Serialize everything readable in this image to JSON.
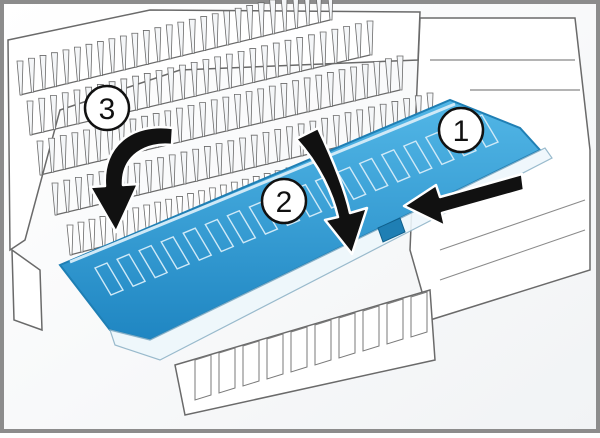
{
  "figure": {
    "description_icons": [
      "step-arrow-icon",
      "rotate-arrow-icon"
    ],
    "colors": {
      "frame": "#8c8c8c",
      "background": "#ffffff",
      "rack_outline": "#6a6a6a",
      "rack_fill": "#ffffff",
      "tine_shade": "#e9edf0",
      "tray_blue": "#2f9fd8",
      "tray_blue_dark": "#1f7fb4",
      "tray_edge_highlight": "#cfe9f7",
      "arrow": "#111111",
      "callout_fill": "#ffffff",
      "callout_stroke": "#111111"
    }
  },
  "steps": [
    {
      "number": "1",
      "icon": "push-left-arrow-icon"
    },
    {
      "number": "2",
      "icon": "push-down-arrow-icon"
    },
    {
      "number": "3",
      "icon": "rotate-down-arrow-icon"
    }
  ]
}
